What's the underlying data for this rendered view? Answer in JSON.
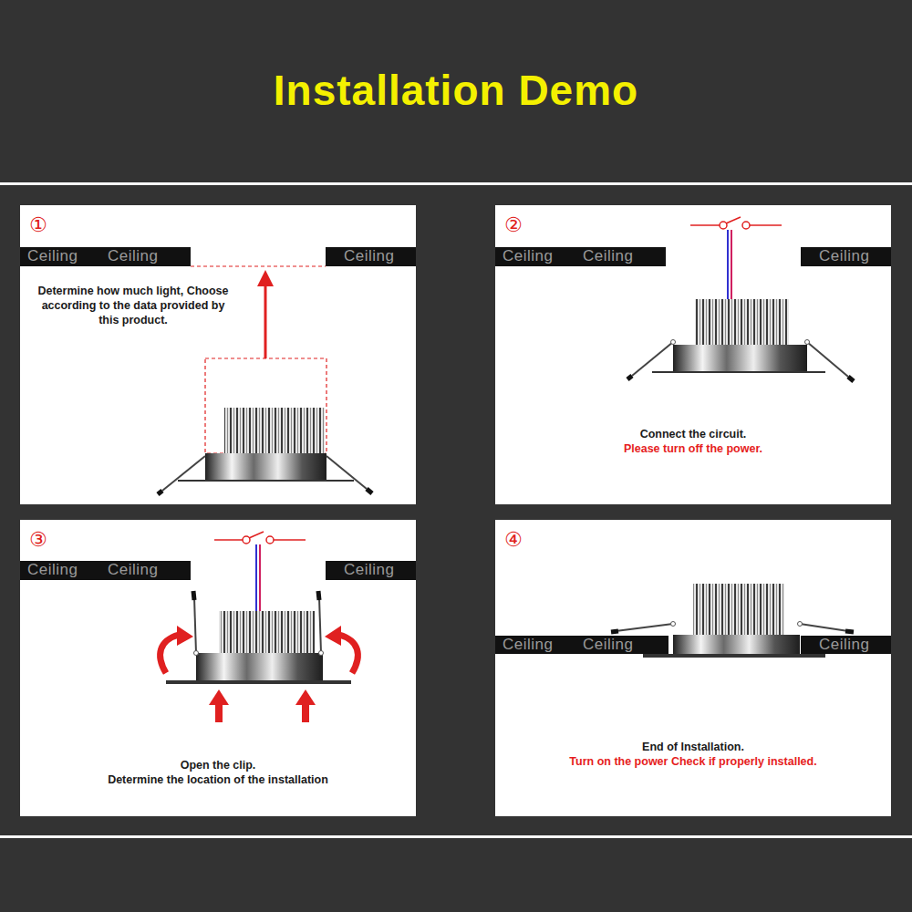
{
  "diagram": {
    "title": "Installation Demo",
    "nodes": [
      {
        "text": [
          "①",
          "Determine how much light, Choose according to the data provided by this product."
        ]
      },
      {
        "text": [
          "②",
          "Connect the circuit.",
          "Please turn off the power."
        ]
      },
      {
        "text": [
          "③",
          "Open the clip.",
          "Determine the location of the installation"
        ]
      },
      {
        "text": [
          "④",
          "End of Installation.",
          "Turn on the power Check if properly installed."
        ]
      }
    ],
    "labels": [
      "Ceiling",
      "Ceiling",
      "Ceiling",
      "Ceiling",
      "Ceiling",
      "Ceiling",
      "Ceiling",
      "Ceiling",
      "Ceiling",
      "Ceiling",
      "Ceiling",
      "Ceiling"
    ]
  }
}
